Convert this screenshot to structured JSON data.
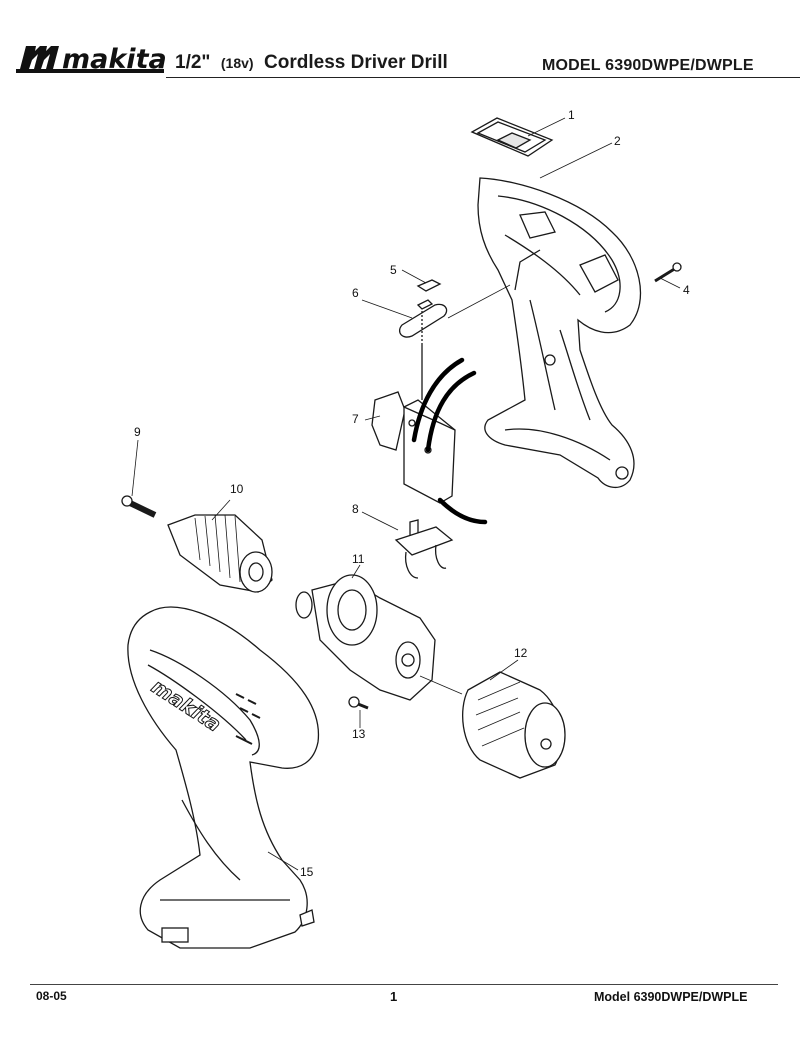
{
  "header": {
    "brand": "makita",
    "title_size": "1/2\"",
    "title_voltage": "(18v)",
    "title_product": "Cordless Driver Drill",
    "model": "MODEL 6390DWPE/DWPLE"
  },
  "diagram": {
    "callouts": [
      "1",
      "2",
      "4",
      "5",
      "6",
      "7",
      "8",
      "9",
      "10",
      "11",
      "12",
      "13",
      "15"
    ],
    "housing_logo": "makita"
  },
  "footer": {
    "date_code": "08-05",
    "page_number": "1",
    "model": "Model 6390DWPE/DWPLE"
  }
}
